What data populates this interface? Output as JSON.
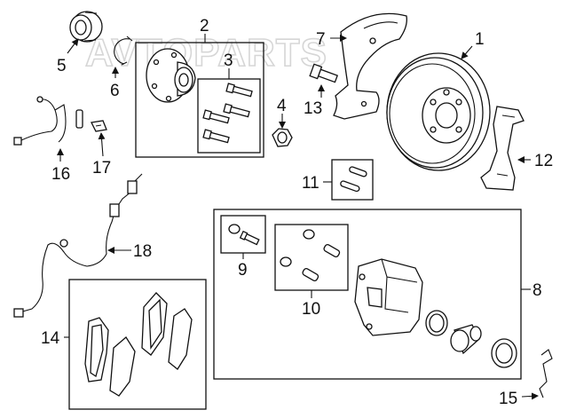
{
  "watermark": "AVTOPARTS",
  "callouts": [
    "1",
    "2",
    "3",
    "4",
    "5",
    "6",
    "7",
    "8",
    "9",
    "10",
    "11",
    "12",
    "13",
    "14",
    "15",
    "16",
    "17",
    "18"
  ]
}
